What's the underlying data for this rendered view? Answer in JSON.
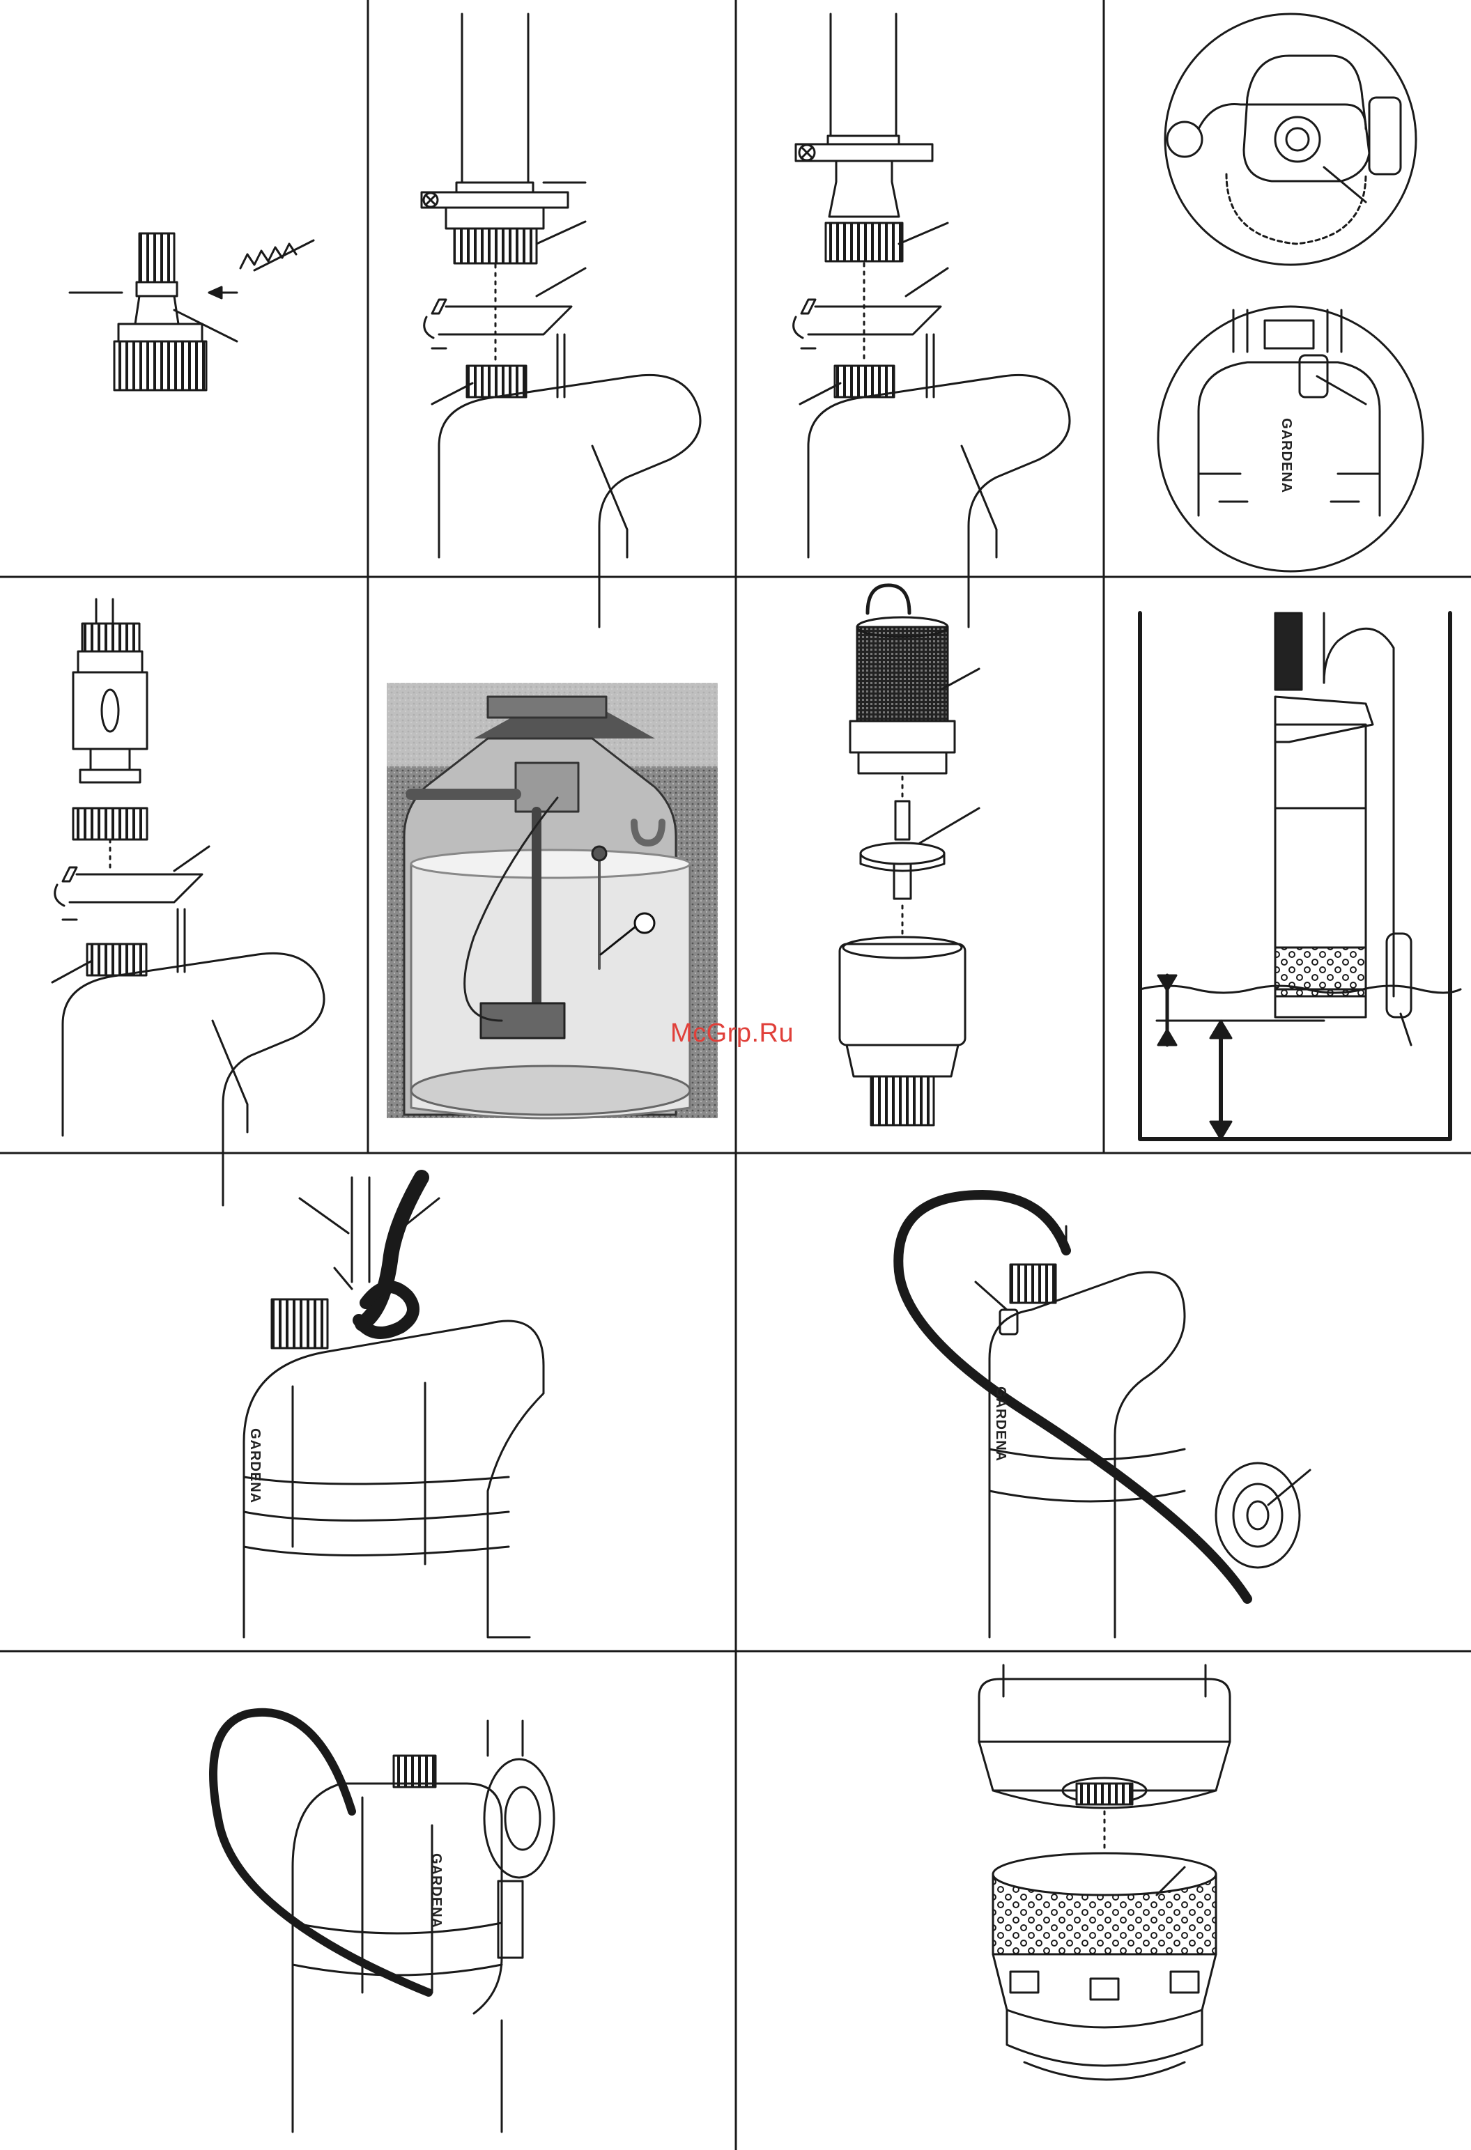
{
  "colors": {
    "line": "#1a1a1a",
    "watermark": "#e0403a",
    "photo_ground": "#3a3a3a",
    "photo_tank": "#d8d8d8"
  },
  "brand": {
    "label": "GARDENA"
  },
  "watermark": {
    "text": "McGrp.Ru"
  },
  "panels": [
    {
      "id": "p1",
      "icon": "hose-connector-cut-icon"
    },
    {
      "id": "p2",
      "icon": "pump-outlet-threaded-pipe-icon"
    },
    {
      "id": "p3",
      "icon": "pump-outlet-hose-clamp-icon"
    },
    {
      "id": "p4",
      "icon": "pump-top-detail-circles-icon"
    },
    {
      "id": "p5",
      "icon": "pump-outlet-quick-connector-icon"
    },
    {
      "id": "p6",
      "icon": "cistern-installation-photo-icon"
    },
    {
      "id": "p7",
      "icon": "filter-valve-exploded-icon"
    },
    {
      "id": "p8",
      "icon": "pump-in-well-water-level-icon"
    },
    {
      "id": "p9",
      "icon": "pump-cable-knot-icon"
    },
    {
      "id": "p10",
      "icon": "pump-float-switch-cable-icon"
    },
    {
      "id": "p11",
      "icon": "pump-float-switch-mounted-icon"
    },
    {
      "id": "p12",
      "icon": "pump-base-filter-exploded-icon"
    }
  ]
}
